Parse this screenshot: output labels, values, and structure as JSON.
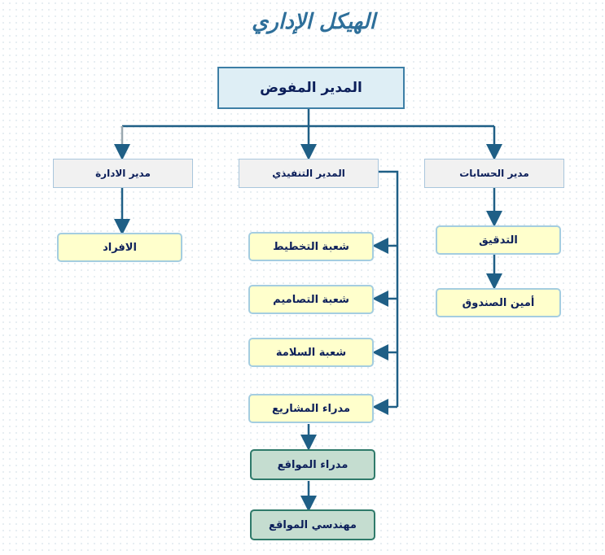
{
  "title": "الهيكل الإداري",
  "ceo": "المدير المفوض",
  "departments": {
    "admin": "مدير الادارة",
    "executive": "المدير التنفيذي",
    "accounts": "مدير الحسابات"
  },
  "admin_children": [
    "الافراد"
  ],
  "executive_children": [
    "شعبة التخطيط",
    "شعبة التصاميم",
    "شعبة السلامة",
    "مدراء المشاريع"
  ],
  "project_chain": [
    "مدراء المواقع",
    "مهندسي المواقع"
  ],
  "accounts_children": [
    "التدقيق",
    "أمين الصندوق"
  ]
}
